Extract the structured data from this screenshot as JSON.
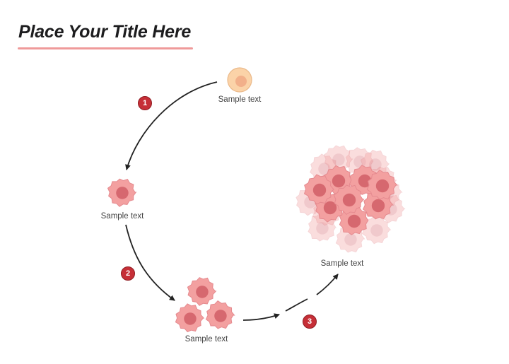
{
  "title": "Place Your Title Here",
  "colors": {
    "accent": "#ef9a9a",
    "badge": "#c62f37",
    "arrow": "#222222",
    "cell_fill": "#f3a0a0",
    "cell_nucleus": "#d6686f",
    "stem_cell_fill": "#fbd3a8",
    "stem_cell_nucleus": "#f2b08a"
  },
  "stages": [
    {
      "label": "Sample text",
      "icon": "healthy-cell-icon"
    },
    {
      "label": "Sample text",
      "icon": "abnormal-cell-icon"
    },
    {
      "label": "Sample text",
      "icon": "dividing-cells-icon"
    },
    {
      "label": "Sample text",
      "icon": "tumor-mass-icon"
    }
  ],
  "steps": [
    "1",
    "2",
    "3"
  ]
}
